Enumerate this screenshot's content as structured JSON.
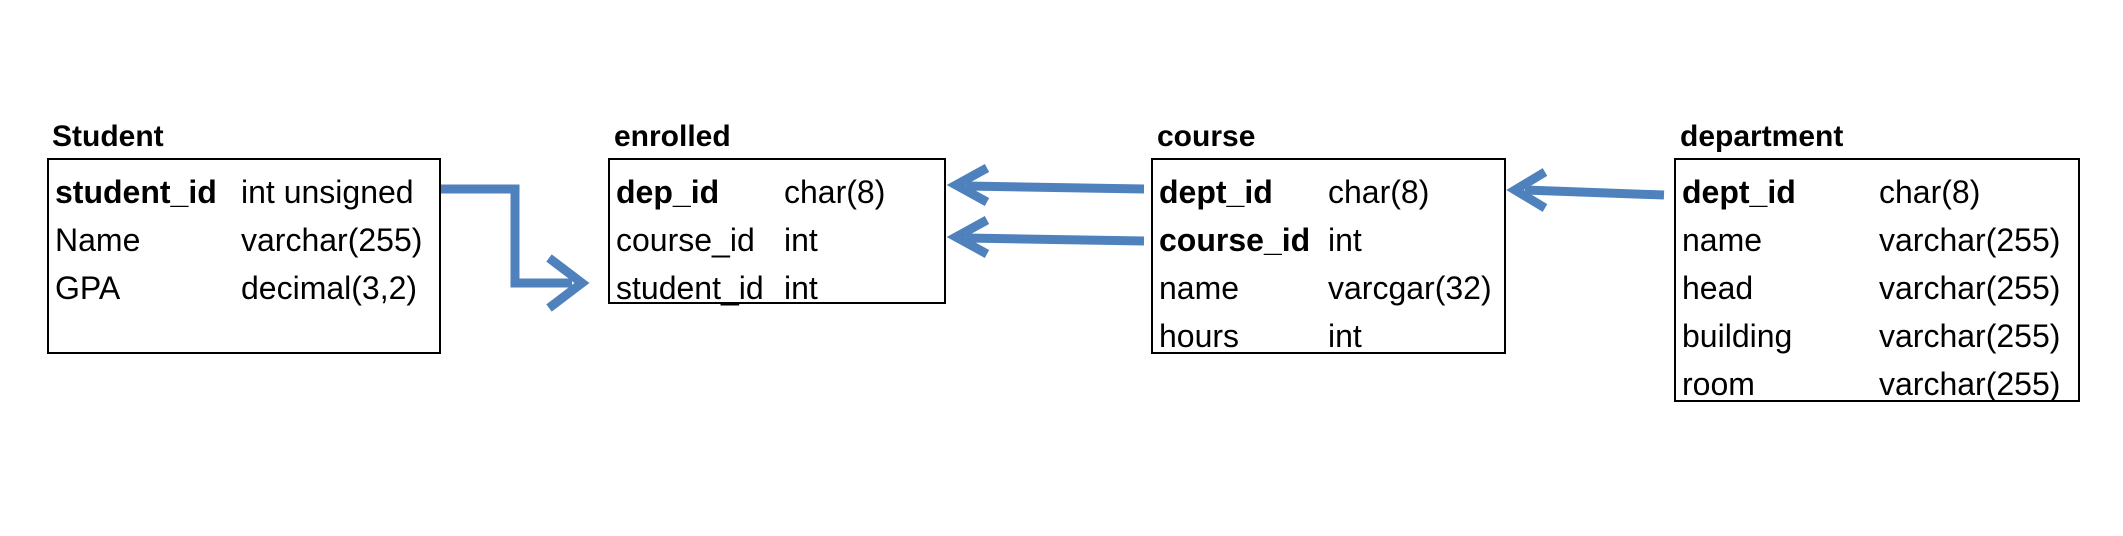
{
  "tables": [
    {
      "id": "student",
      "title": "Student",
      "rows": [
        {
          "name": "student_id",
          "type": "int unsigned",
          "key": true
        },
        {
          "name": "Name",
          "type": "varchar(255)",
          "key": false
        },
        {
          "name": "GPA",
          "type": "decimal(3,2)",
          "key": false
        }
      ]
    },
    {
      "id": "enrolled",
      "title": "enrolled",
      "rows": [
        {
          "name": "dep_id",
          "type": "char(8)",
          "key": true
        },
        {
          "name": "course_id",
          "type": "int",
          "key": false
        },
        {
          "name": "student_id",
          "type": "int",
          "key": false
        }
      ]
    },
    {
      "id": "course",
      "title": "course",
      "rows": [
        {
          "name": "dept_id",
          "type": "char(8)",
          "key": true
        },
        {
          "name": "course_id",
          "type": "int",
          "key": true
        },
        {
          "name": "name",
          "type": "varcgar(32)",
          "key": false
        },
        {
          "name": "hours",
          "type": "int",
          "key": false
        }
      ]
    },
    {
      "id": "department",
      "title": "department",
      "rows": [
        {
          "name": "dept_id",
          "type": "char(8)",
          "key": true
        },
        {
          "name": "name",
          "type": "varchar(255)",
          "key": false
        },
        {
          "name": "head",
          "type": "varchar(255)",
          "key": false
        },
        {
          "name": "building",
          "type": "varchar(255)",
          "key": false
        },
        {
          "name": "room",
          "type": "varchar(255)",
          "key": false
        }
      ]
    }
  ],
  "relationships": [
    {
      "from": "Student.student_id",
      "to": "enrolled.student_id"
    },
    {
      "from": "course.dept_id",
      "to": "enrolled.dep_id"
    },
    {
      "from": "course.course_id",
      "to": "enrolled.course_id"
    },
    {
      "from": "department.dept_id",
      "to": "course.dept_id"
    }
  ],
  "colors": {
    "arrow": "#4f81bd",
    "border": "#000000",
    "text": "#000000",
    "background": "#ffffff"
  }
}
